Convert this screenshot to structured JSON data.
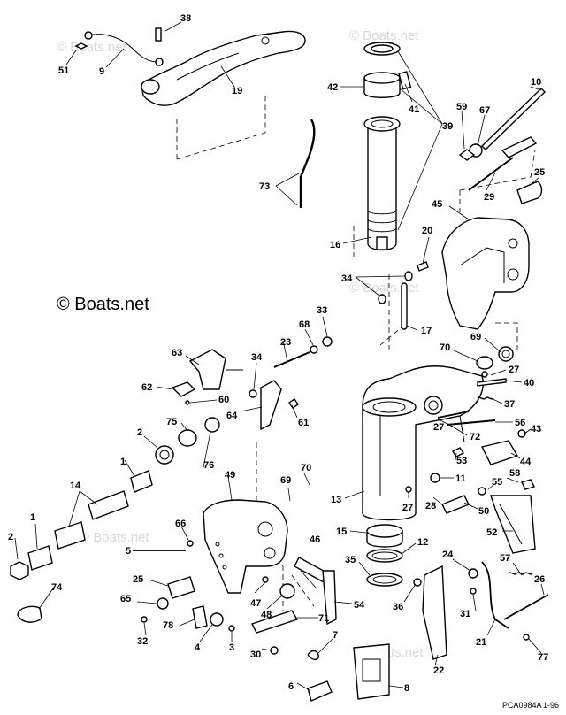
{
  "watermark": "© Boats.net",
  "brand_text": "© Boats.net",
  "reference_code": "PCA0984A",
  "revision": "1-96",
  "callouts": {
    "c1": "1",
    "c2": "2",
    "c3": "3",
    "c4": "4",
    "c5": "5",
    "c6": "6",
    "c7": "7",
    "c8": "8",
    "c9": "9",
    "c10": "10",
    "c11": "11",
    "c12": "12",
    "c13": "13",
    "c14": "14",
    "c15": "15",
    "c16": "16",
    "c17": "17",
    "c19": "19",
    "c20": "20",
    "c21": "21",
    "c22": "22",
    "c23": "23",
    "c24": "24",
    "c25": "25",
    "c26": "26",
    "c27": "27",
    "c28": "28",
    "c29": "29",
    "c30": "30",
    "c31": "31",
    "c32": "32",
    "c33": "33",
    "c34": "34",
    "c35": "35",
    "c36": "36",
    "c37": "37",
    "c38": "38",
    "c39": "39",
    "c40": "40",
    "c41": "41",
    "c42": "42",
    "c43": "43",
    "c44": "44",
    "c45": "45",
    "c46": "46",
    "c47": "47",
    "c48": "48",
    "c49": "49",
    "c50": "50",
    "c51": "51",
    "c52": "52",
    "c53": "53",
    "c54": "54",
    "c55": "55",
    "c56": "56",
    "c57": "57",
    "c58": "58",
    "c59": "59",
    "c60": "60",
    "c61": "61",
    "c62": "62",
    "c63": "63",
    "c64": "64",
    "c65": "65",
    "c66": "66",
    "c67": "67",
    "c68": "68",
    "c69": "69",
    "c70": "70",
    "c71": "71",
    "c72": "72",
    "c73": "73",
    "c74": "74",
    "c75": "75",
    "c76": "76",
    "c77": "77",
    "c78": "78"
  }
}
